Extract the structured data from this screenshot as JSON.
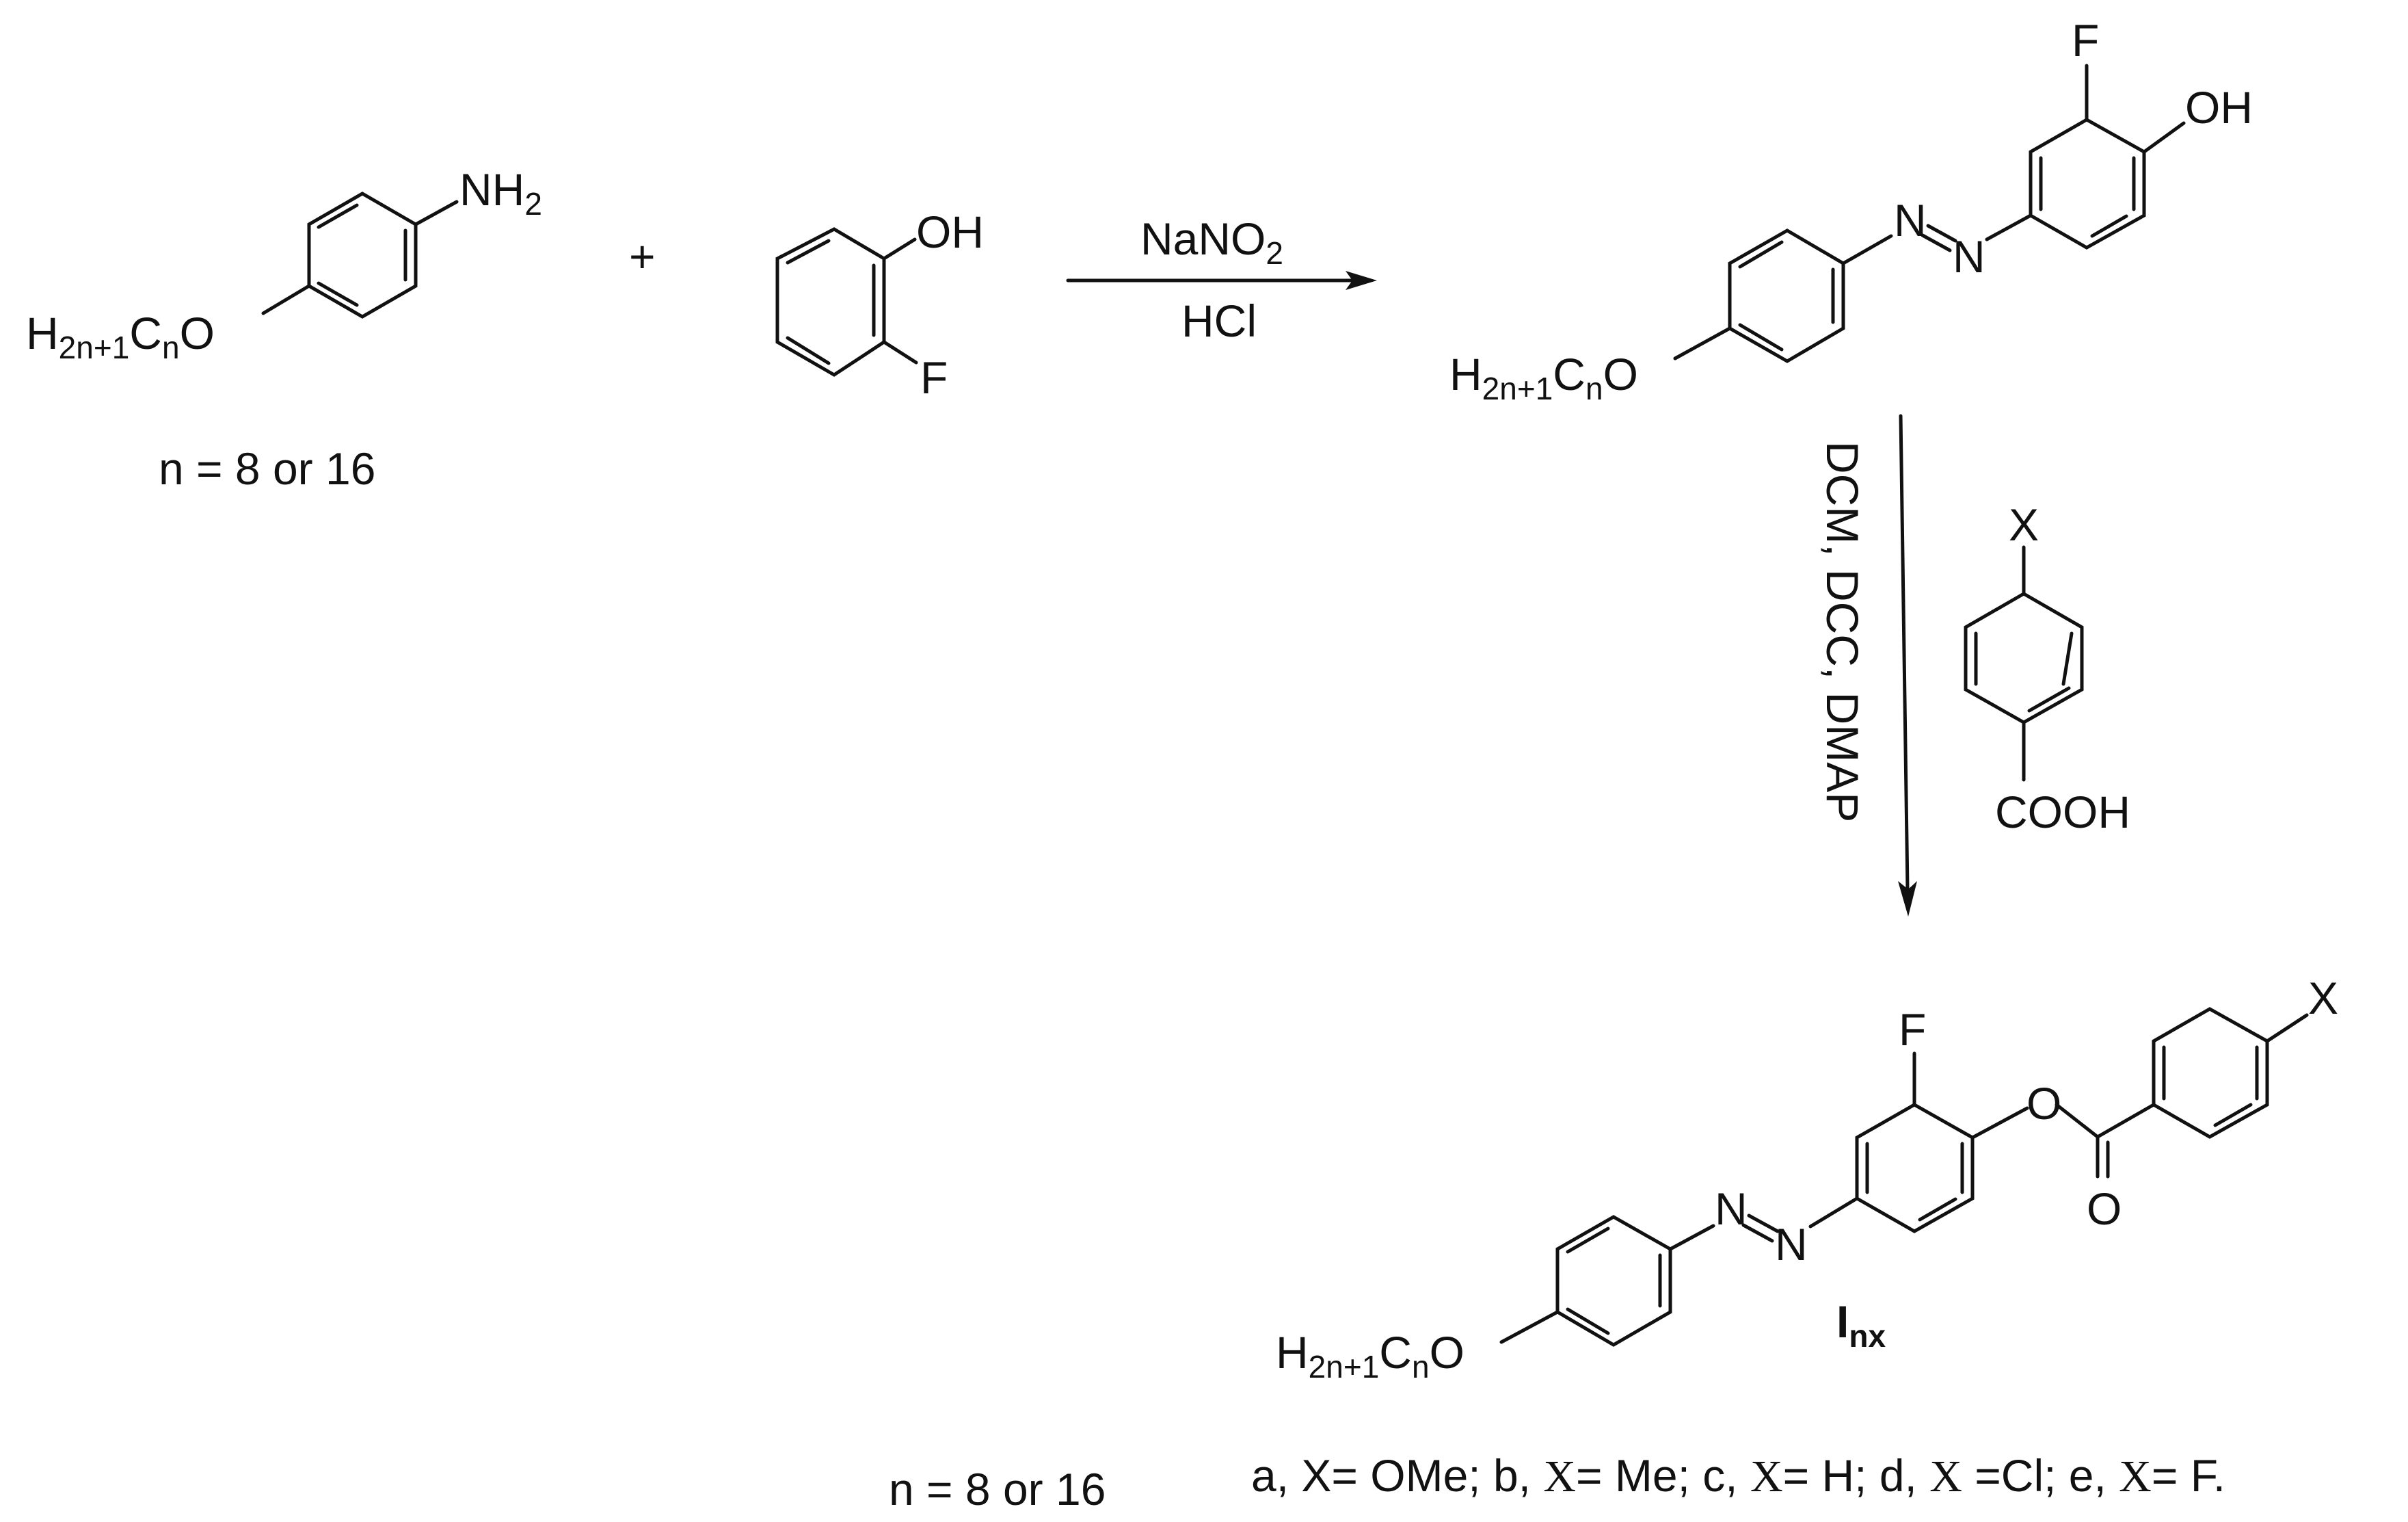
{
  "reactant_aniline": {
    "substituent": "NH",
    "substituent_sub": "2",
    "chain_h": "H",
    "chain_h_sub": "2n+1",
    "chain_c": "C",
    "chain_c_sub": "n",
    "chain_o": "O",
    "n_note": "n = 8 or 16"
  },
  "plus": "+",
  "reactant_phenol": {
    "oh": "OH",
    "f": "F"
  },
  "step1": {
    "reagent_top": "NaNO",
    "reagent_top_sub": "2",
    "reagent_bottom": "HCl"
  },
  "intermediate": {
    "f": "F",
    "oh": "OH",
    "n1": "N",
    "n2": "N",
    "chain_h": "H",
    "chain_h_sub": "2n+1",
    "chain_c": "C",
    "chain_c_sub": "n",
    "chain_o": "O"
  },
  "step2": {
    "reagents": "DCM, DCC, DMAP",
    "acid_x": "X",
    "acid_cooh": "COOH"
  },
  "product": {
    "f": "F",
    "o_ester": "O",
    "o_carbonyl": "O",
    "x": "X",
    "n1": "N",
    "n2": "N",
    "chain_h": "H",
    "chain_h_sub": "2n+1",
    "chain_c": "C",
    "chain_c_sub": "n",
    "chain_o": "O",
    "code": "I",
    "code_sub": "nx",
    "n_note": "n = 8 or 16",
    "variants": {
      "a_prefix": "a, X= OMe; b, ",
      "b_x": "X",
      "b_rest": "= Me;  c, ",
      "c_x": "X",
      "c_rest": "= H;  d, ",
      "d_x": "X",
      "d_rest": " =Cl; e, ",
      "e_x": "X",
      "e_rest": "= F."
    }
  }
}
